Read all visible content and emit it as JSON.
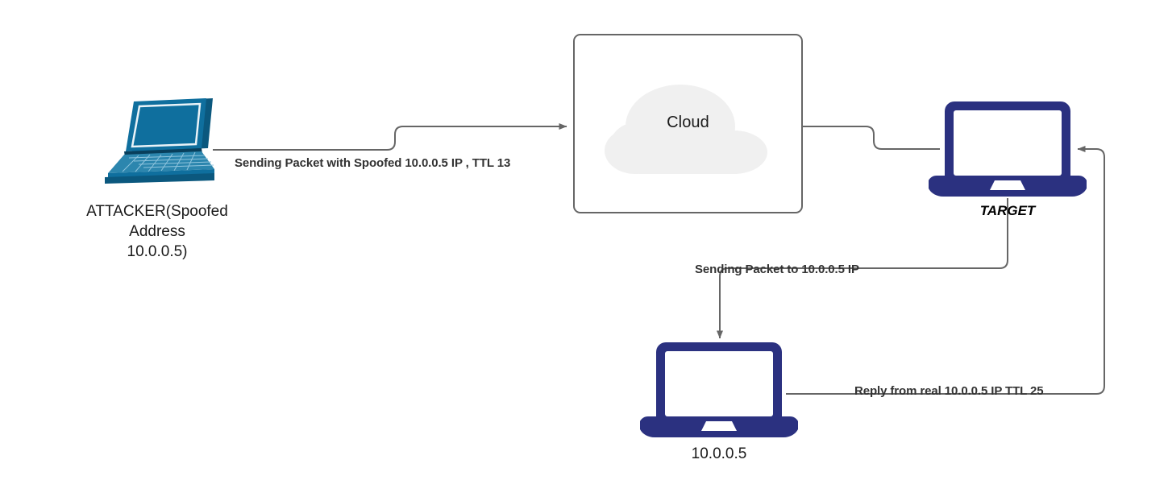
{
  "diagram": {
    "title": "IP Spoofing TTL Comparison Network Diagram",
    "background_color": "#ffffff",
    "colors": {
      "attacker_laptop": "#0f6f9e",
      "attacker_laptop_dark": "#0b587e",
      "attacker_laptop_light": "#3f92ba",
      "device_navy": "#2b3180",
      "cloud_fill": "#f0f0f0",
      "box_border": "#666666",
      "connector": "#666666",
      "label_text": "#333333",
      "node_text": "#1a1a1a"
    }
  },
  "nodes": {
    "attacker": {
      "icon": "isometric-laptop-icon",
      "caption_lines": [
        "ATTACKER(Spoofed",
        "Address",
        "10.0.0.5)"
      ],
      "caption_line_1": "ATTACKER(Spoofed",
      "caption_line_2": "Address",
      "caption_line_3": "10.0.0.5)"
    },
    "cloud": {
      "icon": "cloud-icon",
      "label": "Cloud"
    },
    "target": {
      "icon": "laptop-icon",
      "label": "TARGET"
    },
    "victim": {
      "icon": "laptop-icon",
      "label": "10.0.0.5"
    }
  },
  "edges": {
    "attacker_to_cloud": {
      "label": "Sending Packet with Spoofed 10.0.0.5 IP , TTL 13",
      "arrowhead": true
    },
    "cloud_to_target": {
      "label": "",
      "arrowhead": false
    },
    "target_to_victim": {
      "label": "Sending Packet to 10.0.0.5 IP",
      "arrowhead": true
    },
    "victim_to_target": {
      "label": "Reply from real 10.0.0.5 IP TTL 25",
      "arrowhead": true
    }
  }
}
